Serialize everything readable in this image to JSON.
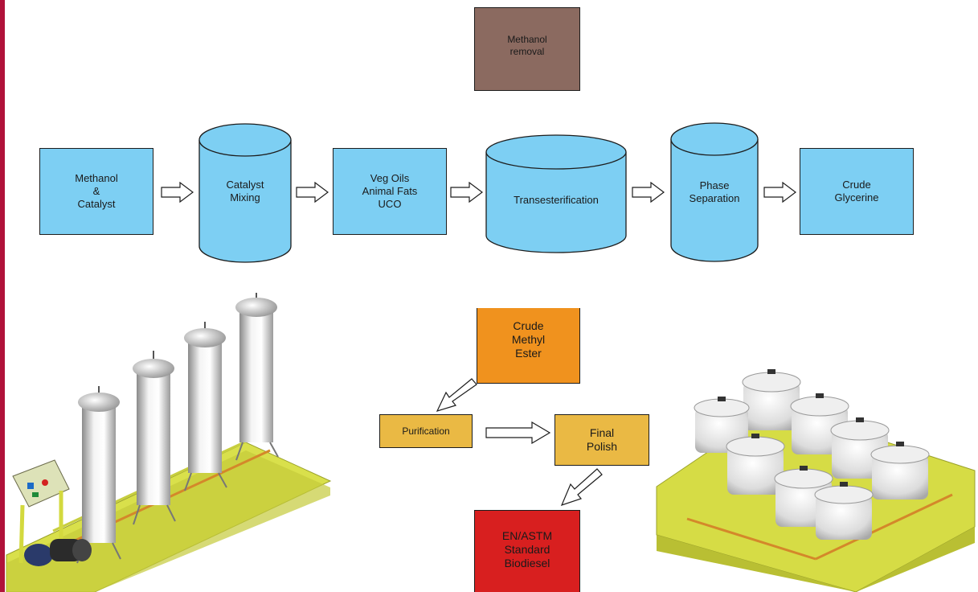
{
  "colors": {
    "process_blue": "#7dcff3",
    "removal_brown": "#8b6a60",
    "crude_orange": "#f0921e",
    "purification_yellow": "#eab944",
    "final_red": "#d81f1f",
    "accent_bar": "#b0123a"
  },
  "diagram": {
    "methanol_removal": "Methanol\nremoval",
    "top_flow": [
      {
        "id": "methanol-catalyst",
        "label": "Methanol\n&\nCatalyst",
        "shape": "rect"
      },
      {
        "id": "catalyst-mixing",
        "label": "Catalyst\nMixing",
        "shape": "cylinder"
      },
      {
        "id": "veg-oils",
        "label": "Veg Oils\nAnimal Fats\nUCO",
        "shape": "rect"
      },
      {
        "id": "transesterification",
        "label": "Transesterification",
        "shape": "cylinder"
      },
      {
        "id": "phase-separation",
        "label": "Phase\nSeparation",
        "shape": "cylinder"
      },
      {
        "id": "crude-glycerine",
        "label": "Crude\nGlycerine",
        "shape": "rect"
      }
    ],
    "crude_methyl_ester": "Crude\nMethyl\nEster",
    "purification": "Purification",
    "final_polish": "Final\nPolish",
    "standard_biodiesel": "EN/ASTM\nStandard\nBiodiesel"
  },
  "images": {
    "left": "reactor-column-skid-render",
    "right": "filter-housing-skid-render"
  }
}
